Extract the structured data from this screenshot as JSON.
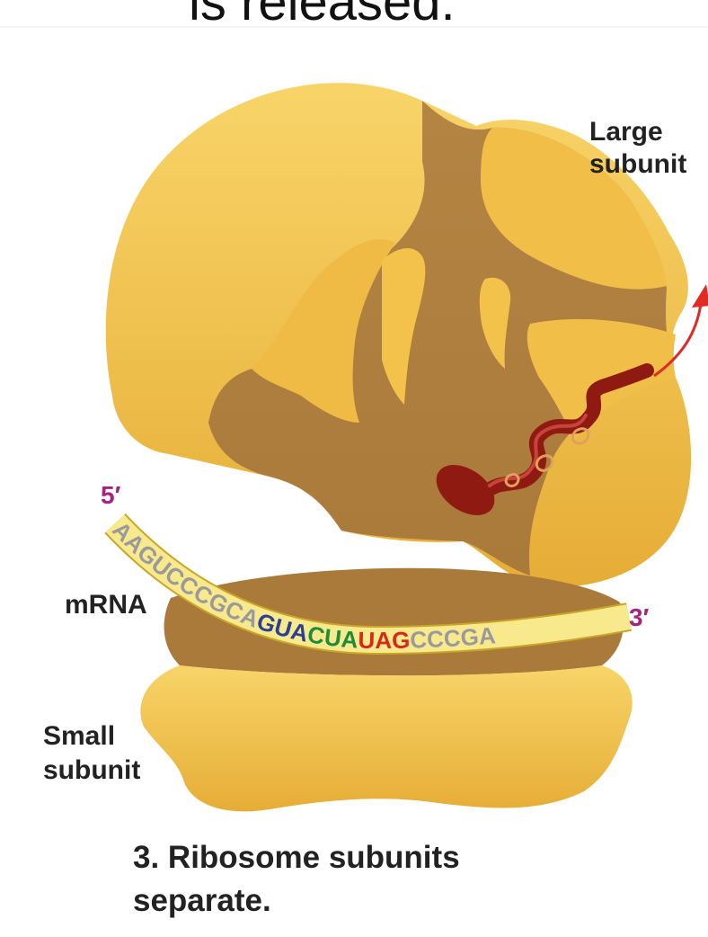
{
  "header": {
    "partial_title": "is released."
  },
  "labels": {
    "large_subunit": [
      "Large",
      "subunit"
    ],
    "small_subunit": [
      "Small",
      "subunit"
    ],
    "mrna": "mRNA",
    "five_prime": "5′",
    "three_prime": "3′"
  },
  "mrna_sequence": [
    {
      "text": "AAGUCCCGCA",
      "color": "#9a9a9a"
    },
    {
      "text": "GUA",
      "color": "#2b3f95"
    },
    {
      "text": "CUA",
      "color": "#1f8c3a"
    },
    {
      "text": "UAG",
      "color": "#d8271b"
    },
    {
      "text": "CCCGA",
      "color": "#9a9a9a"
    }
  ],
  "caption": [
    "3. Ribosome subunits",
    "separate."
  ],
  "colors": {
    "subunit": "#f3c24a",
    "subunit_shadow": "#b7853a",
    "mrna_strip": "#f8ea8c",
    "polypeptide": "#9a1d14",
    "arrow": "#e02a24",
    "prime_marks": "#a22582"
  }
}
